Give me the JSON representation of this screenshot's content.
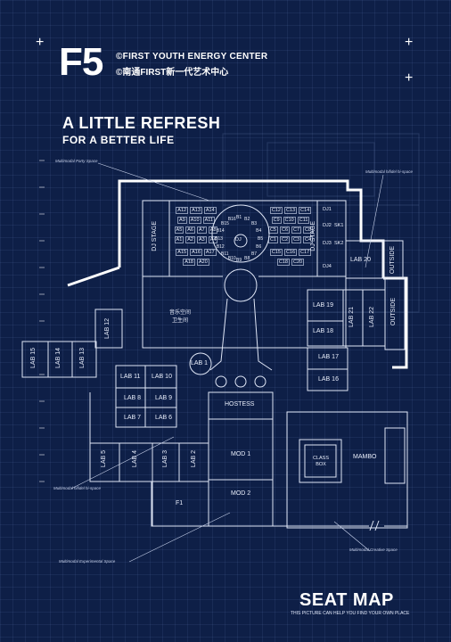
{
  "header": {
    "logo": "F5",
    "org_en": "©FIRST YOUTH ENERGY CENTER",
    "org_cn": "©南通FIRST新一代艺术中心"
  },
  "tagline": {
    "line1": "A LITTLE REFRESH",
    "line2": "FOR A BETTER LIFE"
  },
  "annotations": {
    "party_space": "Multimodal Party Space",
    "hifi_top": "Multimodal hifidel hi-space",
    "hifi_left": "Multimodal hifidel hi-space",
    "experimental": "Multimodal Experimental Space",
    "creative": "Multimodal Creative Space"
  },
  "rooms": {
    "dj_stage_left": "DJ STAGE",
    "dj_stage_right": "DJ STAGE",
    "dj": "DJ",
    "restroom": "音乐空间\n卫生间",
    "lab1": "LAB 1",
    "lab2": "LAB 2",
    "lab3": "LAB 3",
    "lab4": "LAB 4",
    "lab5": "LAB 5",
    "lab6": "LAB 6",
    "lab7": "LAB 7",
    "lab8": "LAB 8",
    "lab9": "LAB 9",
    "lab10": "LAB 10",
    "lab11": "LAB 11",
    "lab12": "LAB 12",
    "lab13": "LAB 13",
    "lab14": "LAB 14",
    "lab15": "LAB 15",
    "lab16": "LAB 16",
    "lab17": "LAB 17",
    "lab18": "LAB 18",
    "lab19": "LAB 19",
    "lab20": "LAB 20",
    "lab21": "LAB 21",
    "lab22": "LAB 22",
    "outside1": "OUTSIDE",
    "outside2": "OUTSIDE",
    "hostess": "HOSTESS",
    "mod1": "MOD 1",
    "mod2": "MOD 2",
    "f1": "F1",
    "class_box": "CLASS BOX",
    "mambo": "MAMBO"
  },
  "seats": {
    "a_rows": [
      [
        "A12",
        "A13",
        "A14"
      ],
      [
        "A9",
        "A10",
        "A11"
      ],
      [
        "A5",
        "A6",
        "A7",
        "A8"
      ],
      [
        "A1",
        "A2",
        "A3",
        "A4"
      ],
      [
        "A15",
        "A16",
        "A17"
      ],
      [
        "A18",
        "A20"
      ]
    ],
    "c_rows": [
      [
        "C12",
        "C13",
        "C14"
      ],
      [
        "C9",
        "C10",
        "C11"
      ],
      [
        "C5",
        "C6",
        "C7",
        "C8"
      ],
      [
        "C1",
        "C2",
        "C3",
        "C4"
      ],
      [
        "C15",
        "C16",
        "C17"
      ],
      [
        "C18",
        "C20"
      ]
    ],
    "b_seats": [
      "B1",
      "B2",
      "B3",
      "B4",
      "B5",
      "B6",
      "B7",
      "B8",
      "B9",
      "B10",
      "B11",
      "B12",
      "B13",
      "B14",
      "B15",
      "B16"
    ],
    "dj_booths": [
      "DJ1",
      "DJ2",
      "DJ3",
      "DJ4",
      "SK1",
      "SK2"
    ]
  },
  "footer": {
    "title": "SEAT MAP",
    "subtitle": "THIS PICTURE CAN HELP YOU FIND YOUR OWN PLACE"
  }
}
